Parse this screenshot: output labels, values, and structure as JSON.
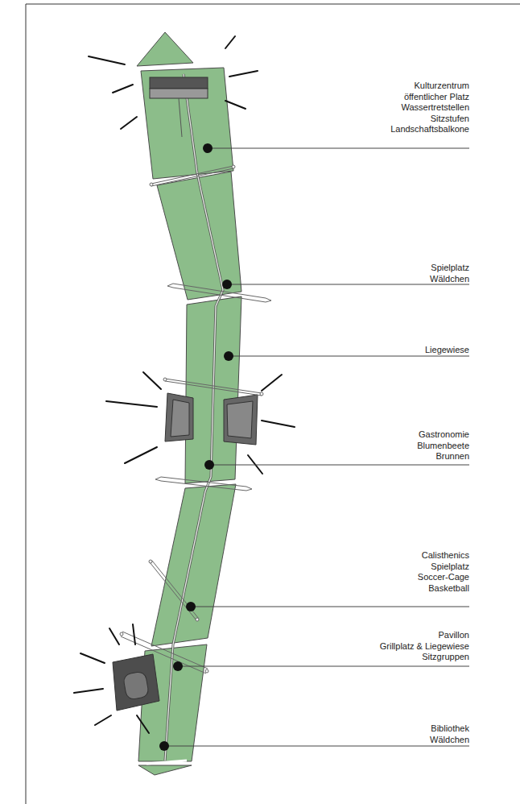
{
  "diagram": {
    "labels": [
      "Kulturzentrum",
      "öffentlicher Platz",
      "Wassertretstellen",
      "Sitzstufen",
      "Landschaftsbalkone",
      "Spielplatz",
      "Wäldchen",
      "Liegewiese",
      "Gastronomie",
      "Blumenbeete",
      "Brunnen",
      "Calisthenics",
      "Spielplatz",
      "Soccer-Cage",
      "Basketball",
      "Pavillon",
      "Grillplatz & Liegewiese",
      "Sitzgruppen",
      "Bibliothek",
      "Wäldchen"
    ]
  }
}
